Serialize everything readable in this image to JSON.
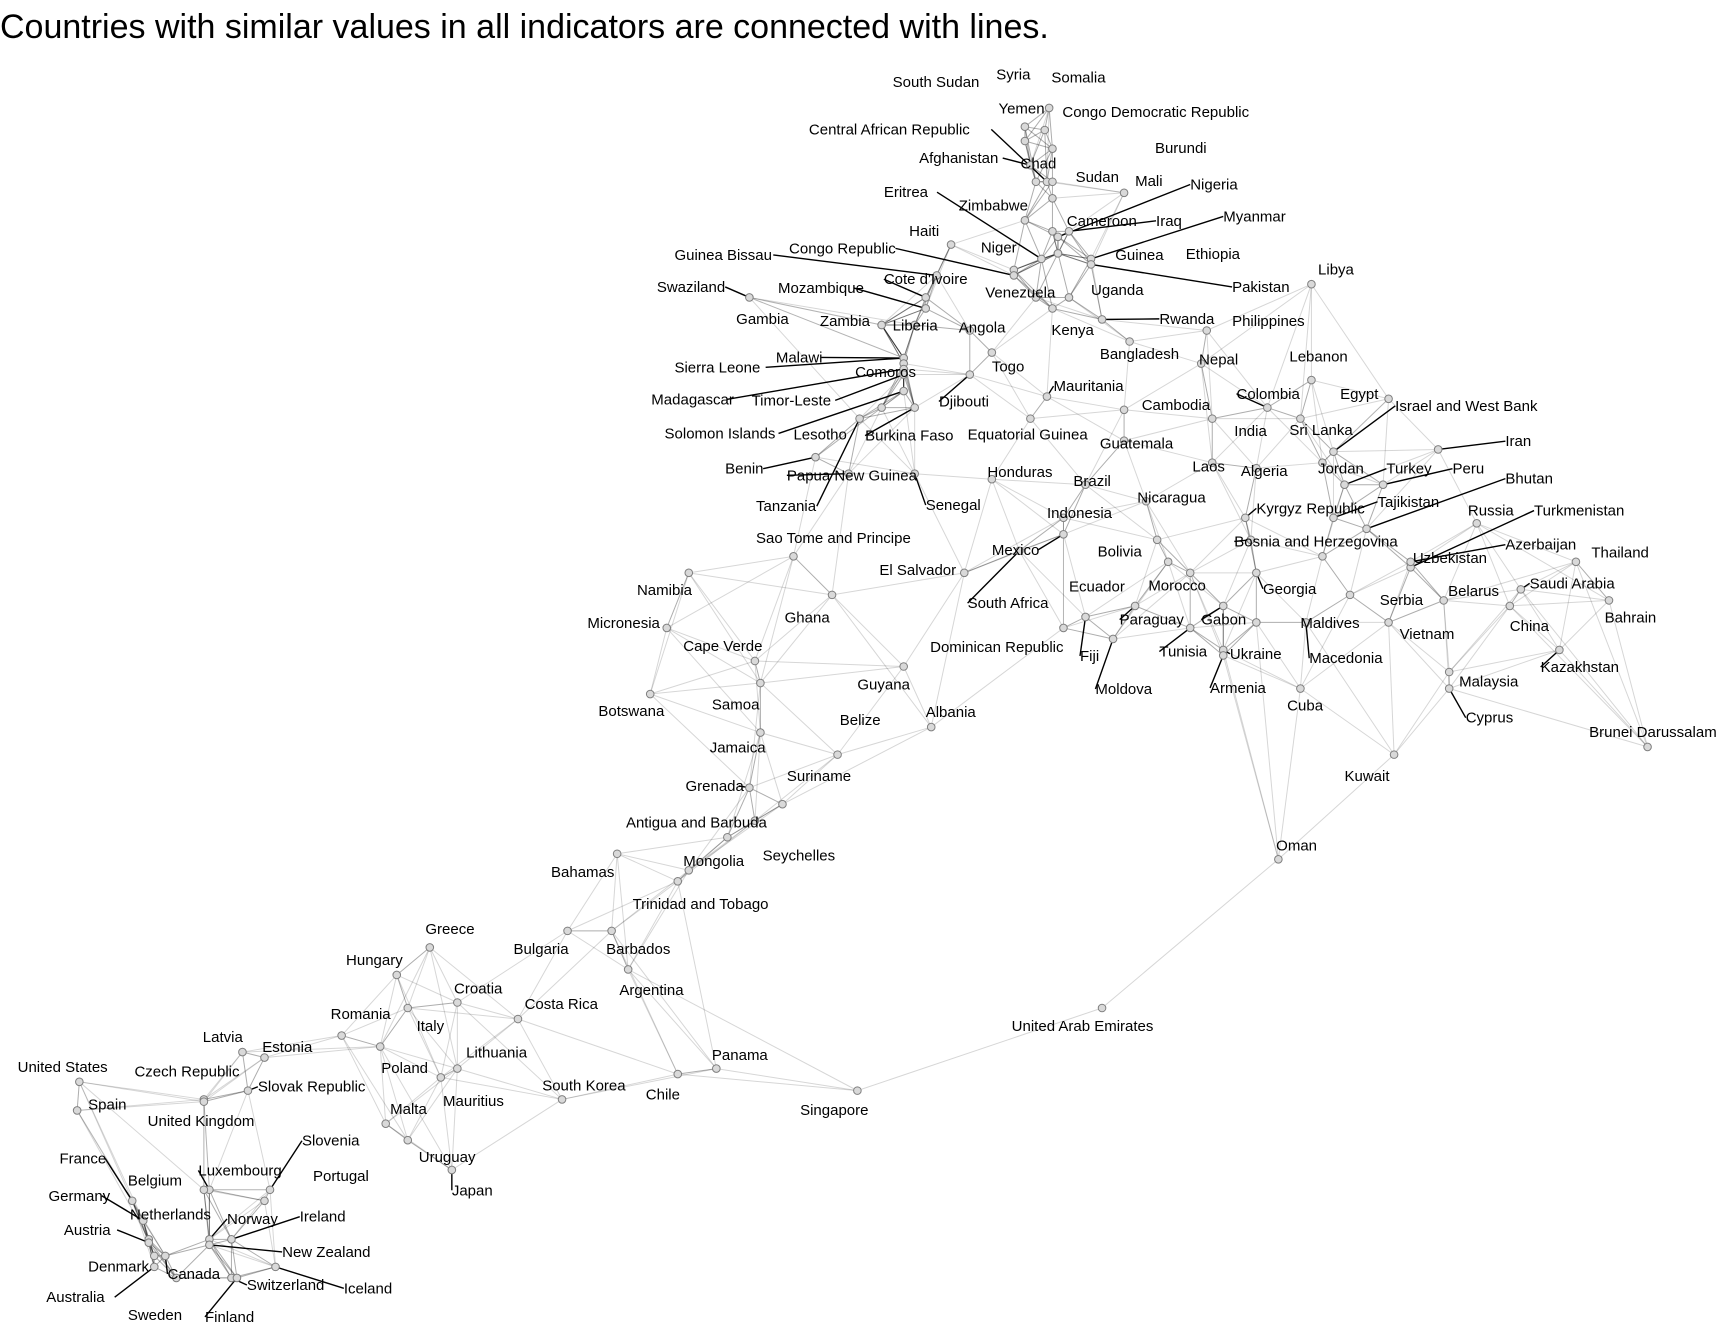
{
  "title": "Countries with similar values in all indicators are connected with lines.",
  "colors": {
    "edge": "#000000",
    "node_fill": "#d9d9d9",
    "node_stroke": "#7f7f7f",
    "leader": "#000000"
  },
  "countries": [
    "South Sudan",
    "Syria",
    "Somalia",
    "Yemen",
    "Congo Democratic Republic",
    "Central African Republic",
    "Burundi",
    "Afghanistan",
    "Chad",
    "Sudan",
    "Mali",
    "Nigeria",
    "Eritrea",
    "Zimbabwe",
    "Iraq",
    "Myanmar",
    "Cameroon",
    "Haiti",
    "Niger",
    "Guinea",
    "Ethiopia",
    "Guinea Bissau",
    "Congo Republic",
    "Libya",
    "Cote d'Ivoire",
    "Swaziland",
    "Mozambique",
    "Venezuela",
    "Uganda",
    "Pakistan",
    "Gambia",
    "Zambia",
    "Liberia",
    "Angola",
    "Rwanda",
    "Philippines",
    "Kenya",
    "Malawi",
    "Sierra Leone",
    "Comoros",
    "Togo",
    "Bangladesh",
    "Nepal",
    "Lebanon",
    "Madagascar",
    "Timor-Leste",
    "Djibouti",
    "Mauritania",
    "Egypt",
    "Colombia",
    "Cambodia",
    "Israel and West Bank",
    "Solomon Islands",
    "Lesotho",
    "Burkina Faso",
    "Equatorial Guinea",
    "India",
    "Sri Lanka",
    "Iran",
    "Guatemala",
    "Benin",
    "Papua New Guinea",
    "Honduras",
    "Laos",
    "Algeria",
    "Jordan",
    "Turkey",
    "Peru",
    "Brazil",
    "Bhutan",
    "Tanzania",
    "Senegal",
    "Nicaragua",
    "Tajikistan",
    "Indonesia",
    "Kyrgyz Republic",
    "Russia",
    "Turkmenistan",
    "Sao Tome and Principe",
    "Bosnia and Herzegovina",
    "Mexico",
    "Azerbaijan",
    "Bolivia",
    "Thailand",
    "Uzbekistan",
    "El Salvador",
    "Saudi Arabia",
    "Namibia",
    "Ecuador",
    "Morocco",
    "Georgia",
    "Belarus",
    "South Africa",
    "Serbia",
    "Bahrain",
    "Micronesia",
    "Ghana",
    "Paraguay",
    "Gabon",
    "Maldives",
    "China",
    "Vietnam",
    "Cape Verde",
    "Dominican Republic",
    "Tunisia",
    "Ukraine",
    "Fiji",
    "Macedonia",
    "Kazakhstan",
    "Botswana",
    "Samoa",
    "Guyana",
    "Moldova",
    "Armenia",
    "Malaysia",
    "Cuba",
    "Albania",
    "Belize",
    "Cyprus",
    "Jamaica",
    "Brunei Darussalam",
    "Grenada",
    "Suriname",
    "Kuwait",
    "Antigua and Barbuda",
    "Seychelles",
    "Mongolia",
    "Oman",
    "Bahamas",
    "Trinidad and Tobago",
    "Greece",
    "Bulgaria",
    "Barbados",
    "Hungary",
    "Croatia",
    "Argentina",
    "Costa Rica",
    "Romania",
    "Italy",
    "Latvia",
    "United Arab Emirates",
    "Estonia",
    "Lithuania",
    "Panama",
    "United States",
    "Czech Republic",
    "Poland",
    "Slovak Republic",
    "Mauritius",
    "South Korea",
    "Chile",
    "Spain",
    "Malta",
    "Singapore",
    "United Kingdom",
    "Slovenia",
    "France",
    "Uruguay",
    "Luxembourg",
    "Portugal",
    "Belgium",
    "Japan",
    "Germany",
    "Netherlands",
    "Norway",
    "Ireland",
    "Austria",
    "New Zealand",
    "Denmark",
    "Canada",
    "Switzerland",
    "Iceland",
    "Australia",
    "Sweden",
    "Finland"
  ]
}
